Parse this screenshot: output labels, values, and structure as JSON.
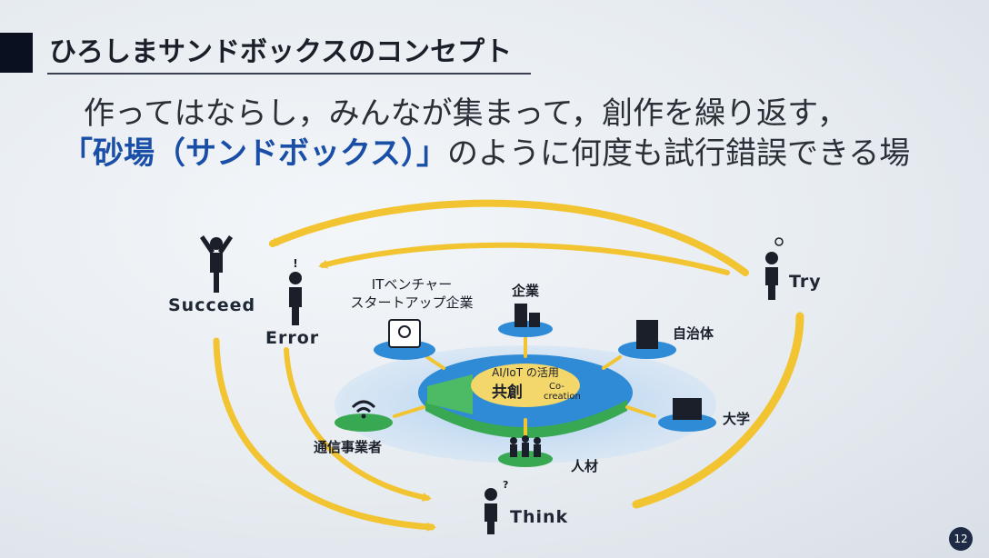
{
  "header": {
    "title": "ひろしまサンドボックスのコンセプト"
  },
  "lead": {
    "line1": "作ってはならし，みんなが集まって，創作を繰り返す，",
    "line2_emph": "「砂場（サンドボックス）」",
    "line2_rest": "のように何度も試行錯誤できる場"
  },
  "diagram": {
    "stages": {
      "succeed": "Succeed",
      "error": "Error",
      "try": "Try",
      "think": "Think"
    },
    "center": {
      "top": "AI/IoT の活用",
      "main": "共創",
      "sub1": "Co-",
      "sub2": "creation"
    },
    "nodes": {
      "it_venture_1": "ITベンチャー",
      "it_venture_2": "スタートアップ企業",
      "enterprise": "企業",
      "local_gov": "自治体",
      "telecom": "通信事業者",
      "university": "大学",
      "talent": "人材"
    },
    "colors": {
      "arrow": "#f2c431",
      "disk": "#2f8bd6",
      "green": "#38a852",
      "center": "#f3d76a"
    }
  },
  "page": {
    "number": "12"
  }
}
